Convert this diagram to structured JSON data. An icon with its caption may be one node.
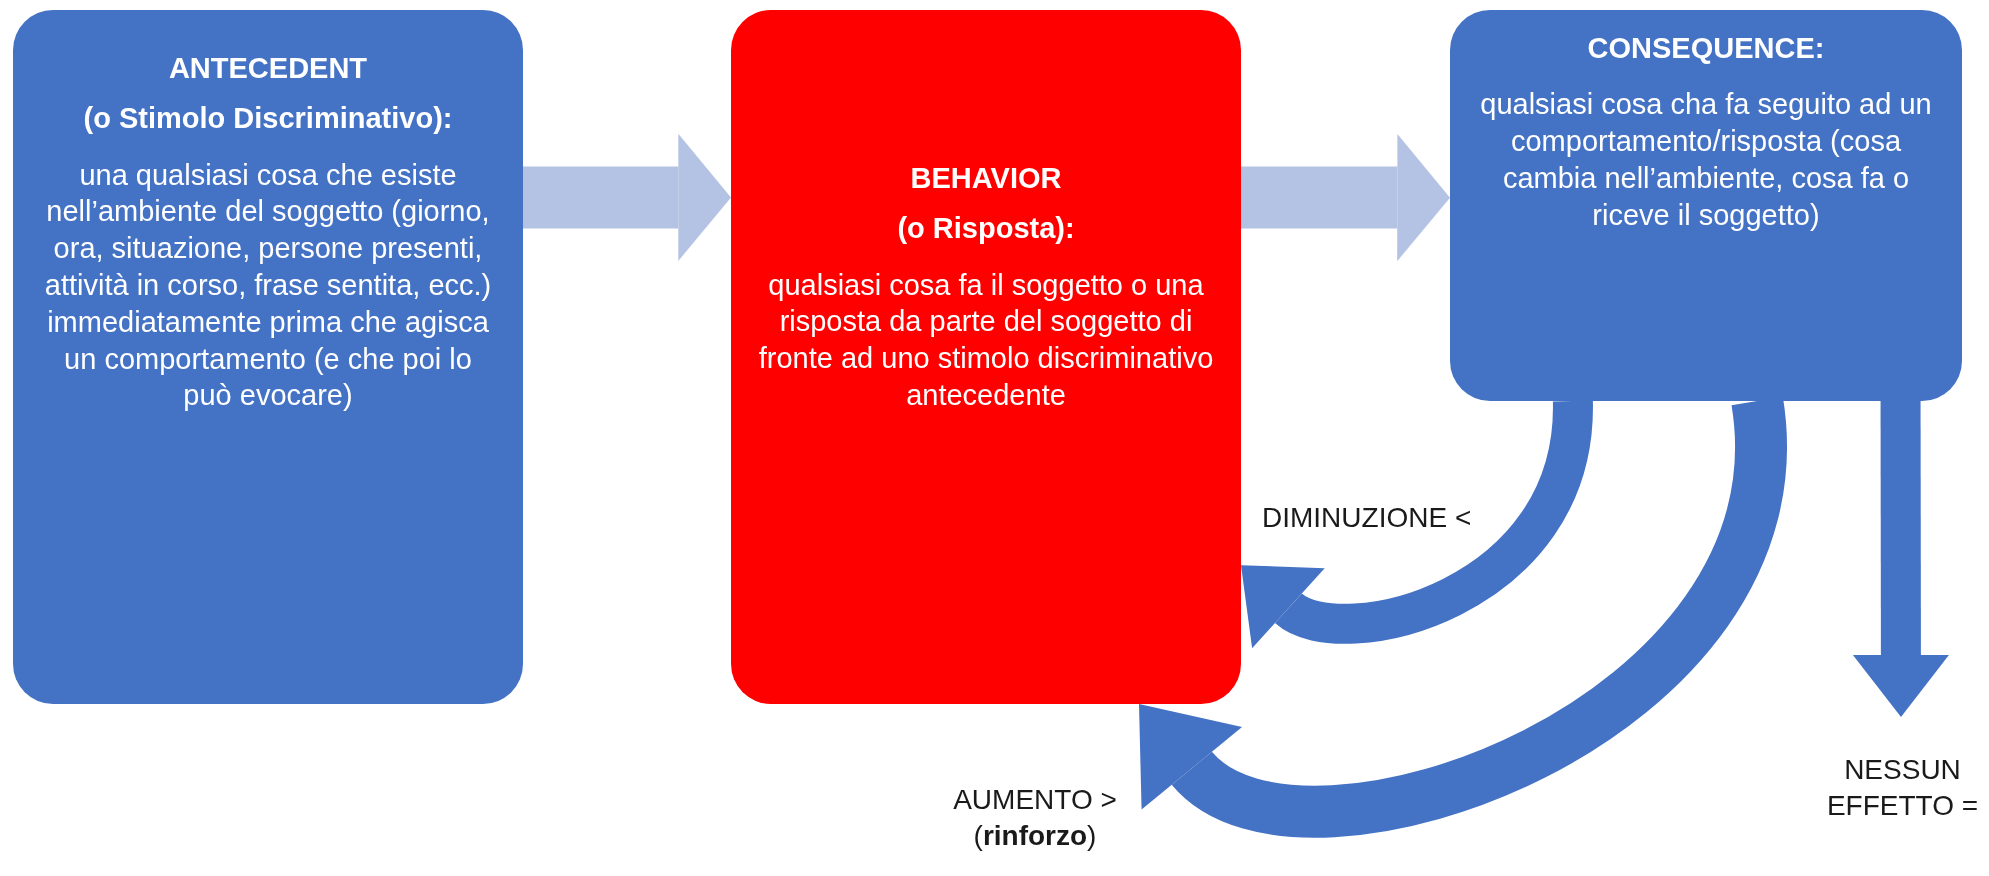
{
  "diagram": {
    "nodes": [
      {
        "text": [
          "ANTECEDENT",
          "(o Stimolo Discriminativo):",
          "una qualsiasi cosa che esiste nell’ambiente del soggetto (giorno, ora, situazione, persone presenti, attività in corso, frase sentita, ecc.) immediatamente prima che agisca un comportamento (e che poi lo può evocare)"
        ]
      },
      {
        "text": [
          "BEHAVIOR",
          "(o Risposta):",
          "qualsiasi cosa fa il soggetto o una risposta da parte del soggetto di fronte ad uno stimolo discriminativo antecedente"
        ]
      },
      {
        "text": [
          "CONSEQUENCE:",
          "qualsiasi cosa cha fa seguito ad un comportamento/risposta (cosa cambia nell’ambiente, cosa fa o riceve il soggetto)"
        ]
      }
    ],
    "edges": [
      {
        "from": 0,
        "to": 1,
        "arrow": "to",
        "color": "#b4c2e4"
      },
      {
        "from": 1,
        "to": 2,
        "arrow": "to",
        "color": "#b4c2e4"
      },
      {
        "from": 2,
        "to": 1,
        "arrow": "to",
        "label": "DIMINUZIONE <"
      },
      {
        "from": 2,
        "to": 1,
        "arrow": "to",
        "label": "AUMENTO > (**rinforzo**)"
      },
      {
        "from": 2,
        "to": null,
        "arrow": "to",
        "label": "NESSUN EFFETTO ="
      }
    ]
  }
}
